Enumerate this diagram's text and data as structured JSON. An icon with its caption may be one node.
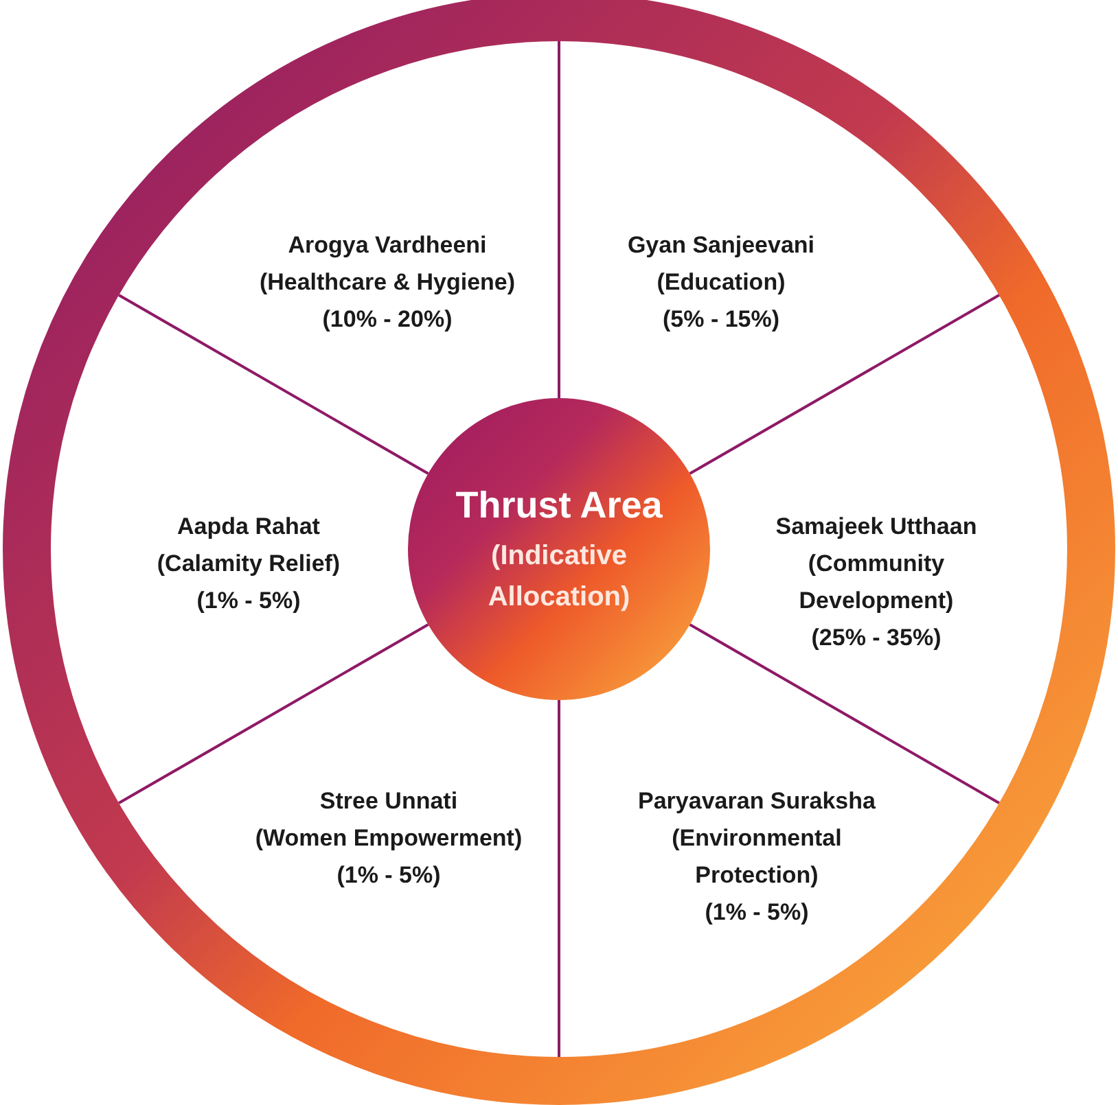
{
  "diagram": {
    "nodes": [
      {
        "text": [
          "Arogya Vardheeni",
          "(Healthcare & Hygiene)",
          "(10% - 20%)"
        ]
      },
      {
        "text": [
          "Gyan Sanjeevani",
          "(Education)",
          "(5% - 15%)"
        ]
      },
      {
        "text": [
          "Aapda Rahat",
          "(Calamity Relief)",
          "(1% - 5%)"
        ]
      },
      {
        "text": [
          "Thrust Area",
          "(Indicative Allocation)"
        ]
      },
      {
        "text": [
          "Samajeek Utthaan",
          "(Community Development)",
          "(25% - 35%)"
        ]
      },
      {
        "text": [
          "Stree Unnati",
          "(Women Empowerment)",
          "(1% - 5%)"
        ]
      },
      {
        "text": [
          "Paryavaran Suraksha",
          "(Environmental Protection)",
          "(1% - 5%)"
        ]
      }
    ]
  }
}
